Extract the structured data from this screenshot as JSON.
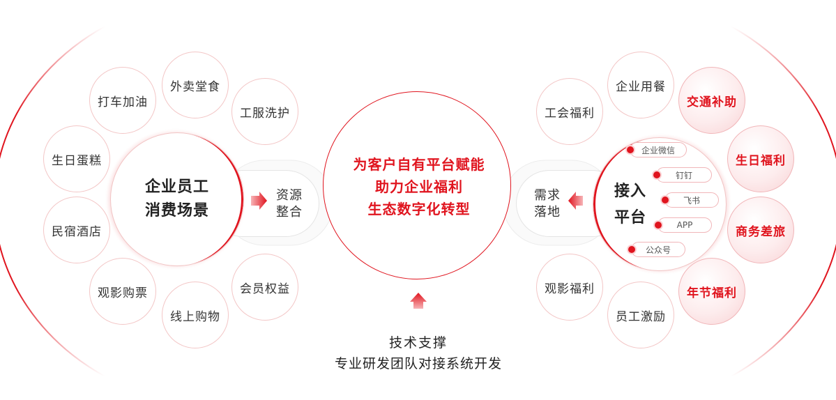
{
  "left_group": {
    "hub_lines": [
      "企业员工",
      "消费场景"
    ],
    "pill_lines": [
      "资源",
      "整合"
    ],
    "items": [
      "外卖堂食",
      "打车加油",
      "工服洗护",
      "生日蛋糕",
      "民宿酒店",
      "观影购票",
      "会员权益",
      "线上购物"
    ]
  },
  "center": {
    "lines": [
      "为客户自有平台赋能",
      "助力企业福利",
      "生态数字化转型"
    ]
  },
  "right_group": {
    "hub_lines": [
      "接入",
      "平台"
    ],
    "pill_lines": [
      "需求",
      "落地"
    ],
    "platforms": [
      "企业微信",
      "钉钉",
      "飞书",
      "APP",
      "公众号"
    ],
    "items": [
      "企业用餐",
      "工会福利",
      "观影福利",
      "员工激励"
    ],
    "highlighted": [
      "交通补助",
      "生日福利",
      "商务差旅",
      "年节福利"
    ]
  },
  "support": {
    "title": "技术支撑",
    "subtitle": "专业研发团队对接系统开发"
  },
  "colors": {
    "accent": "#e0141e",
    "ring": "#f1c4c4",
    "highlight_fill": "#fdeced",
    "text": "#333333"
  },
  "icons": [
    "arrow-right-icon",
    "arrow-left-icon",
    "arrow-up-icon"
  ]
}
